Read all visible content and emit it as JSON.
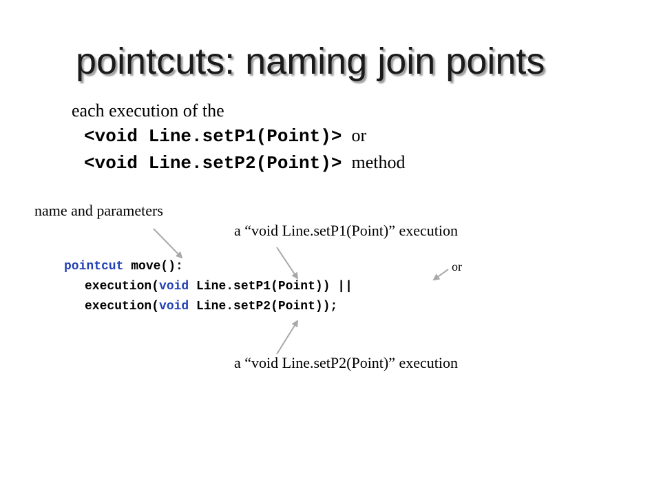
{
  "title": "pointcuts: naming join points",
  "description": {
    "line1": "each execution of the",
    "line2_code": "<void Line.setP1(Point)>",
    "line2_text": "or",
    "line3_code": "<void Line.setP2(Point)>",
    "line3_text": "method"
  },
  "annotations": {
    "name_params": "name and parameters",
    "setp1": "a “void Line.setP1(Point)” execution",
    "or": "or",
    "setp2": "a “void Line.setP2(Point)” execution"
  },
  "code": {
    "line1": {
      "keyword": "pointcut",
      "rest": " move():"
    },
    "line2": {
      "pre": "execution(",
      "keyword": "void",
      "rest": " Line.setP1(Point)) ||"
    },
    "line3": {
      "pre": "execution(",
      "keyword": "void",
      "rest": " Line.setP2(Point));"
    }
  },
  "colors": {
    "keyword": "#2342b5",
    "arrow": "#a8a8a8",
    "title_shadow": "#9a9a9a"
  }
}
